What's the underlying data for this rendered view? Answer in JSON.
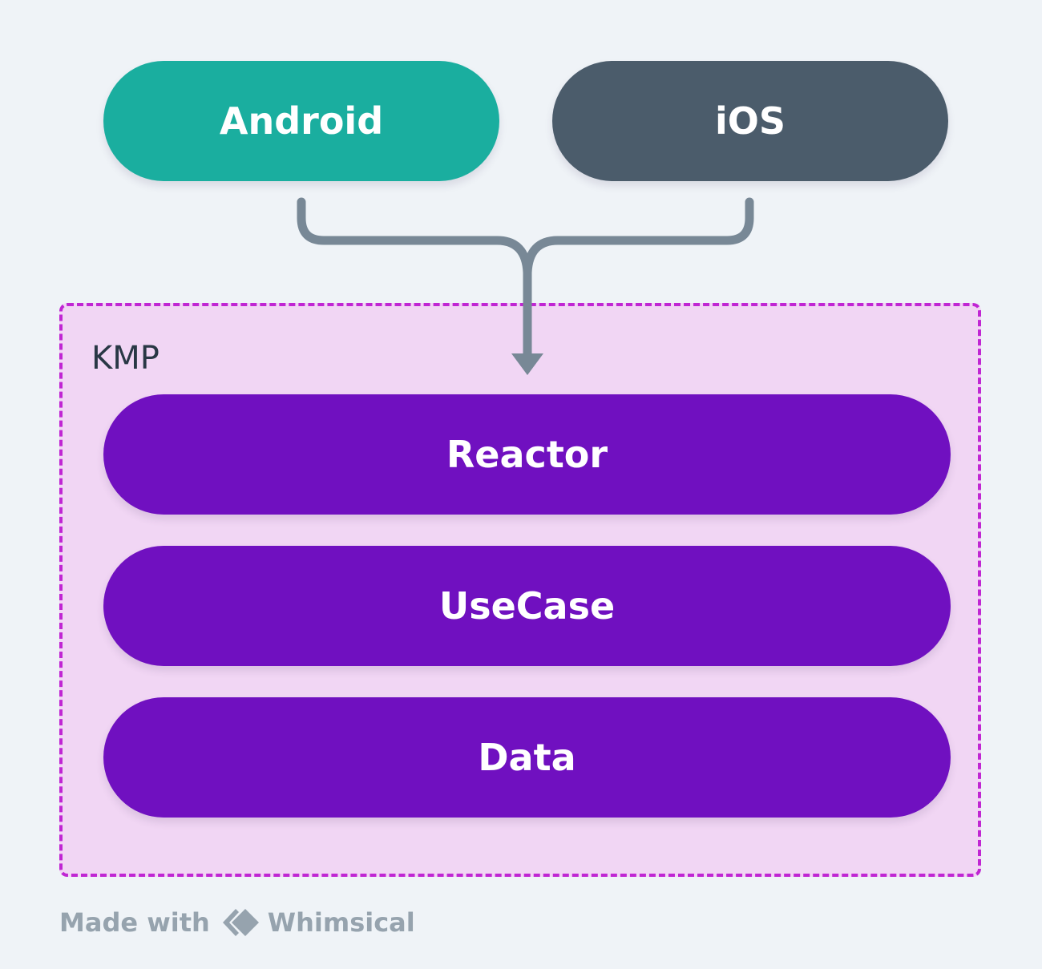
{
  "diagram": {
    "platforms": [
      {
        "label": "Android",
        "color": "#1aae9f"
      },
      {
        "label": "iOS",
        "color": "#4b5c6b"
      }
    ],
    "group": {
      "label": "KMP",
      "fill": "#f1d6f4",
      "border": "#c026d3",
      "layers": [
        {
          "label": "Reactor",
          "color": "#7010c0"
        },
        {
          "label": "UseCase",
          "color": "#7010c0"
        },
        {
          "label": "Data",
          "color": "#7010c0"
        }
      ]
    },
    "connector": {
      "from": [
        "Android",
        "iOS"
      ],
      "to": "Reactor",
      "color": "#788896"
    }
  },
  "footer": {
    "made_with": "Made with",
    "brand": "Whimsical",
    "icon": "whimsical-logo-icon"
  }
}
